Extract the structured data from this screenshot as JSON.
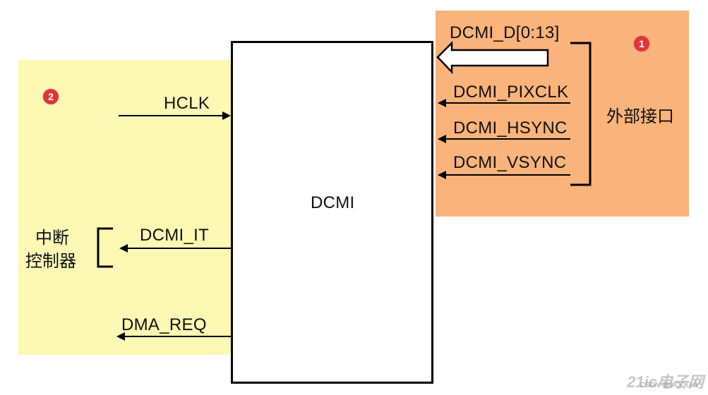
{
  "zones": {
    "external": {
      "badge": "1",
      "label": "外部接口",
      "color": "#f9b37b"
    },
    "internal": {
      "badge": "2",
      "label_line1": "中断",
      "label_line2": "控制器",
      "color": "#fdf8b4"
    }
  },
  "block": {
    "label": "DCMI"
  },
  "signals": {
    "data_bus": "DCMI_D[0:13]",
    "pixclk": "DCMI_PIXCLK",
    "hsync": "DCMI_HSYNC",
    "vsync": "DCMI_VSYNC",
    "hclk": "HCLK",
    "it": "DCMI_IT",
    "dma": "DMA_REQ"
  },
  "watermark": {
    "logo": "21ic电子网",
    "caption": "CSDN @MOQU.w"
  }
}
